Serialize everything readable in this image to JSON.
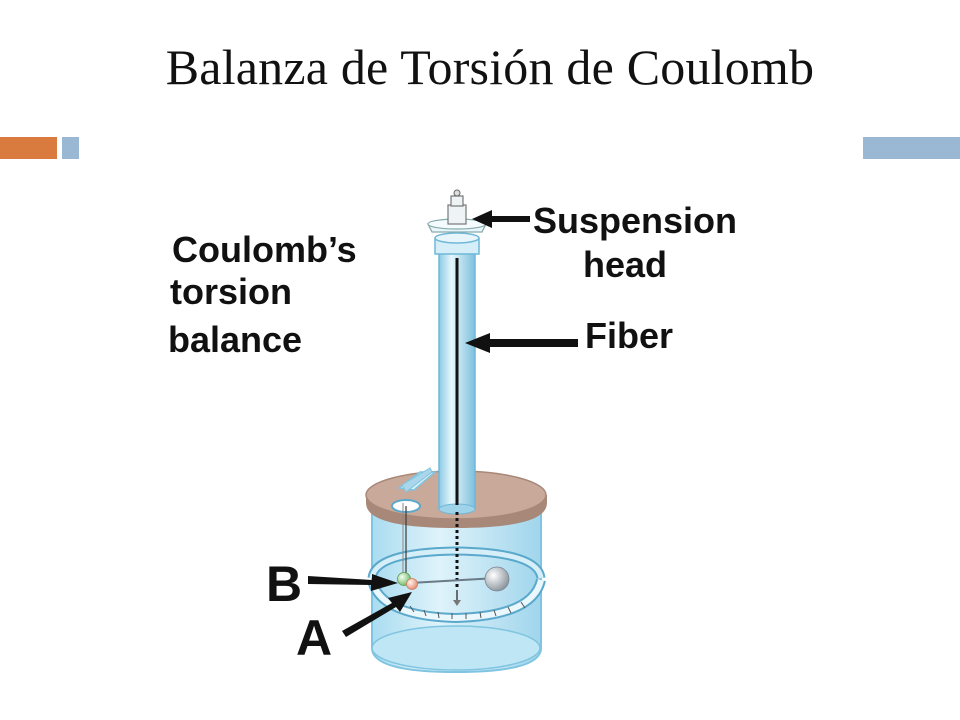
{
  "slide": {
    "title": "Balanza de Torsión de Coulomb"
  },
  "decorations": {
    "left_bar_color": "#d97a3e",
    "square_color": "#9ab7d3",
    "right_bar_color": "#9ab7d3"
  },
  "diagram": {
    "label_title": [
      "Coulomb’s",
      "torsion",
      "balance"
    ],
    "label_suspension": [
      "Suspension",
      "head"
    ],
    "label_fiber": "Fiber",
    "label_b": "B",
    "label_a": "A"
  },
  "colors": {
    "glass": "#bfe6f4",
    "glass_edge": "#7fc4e0",
    "lid": "#c9a99a",
    "ball_b": "#a8d8a0",
    "ball_a": "#f2b9a6",
    "counterweight": "#b8c0c8"
  }
}
